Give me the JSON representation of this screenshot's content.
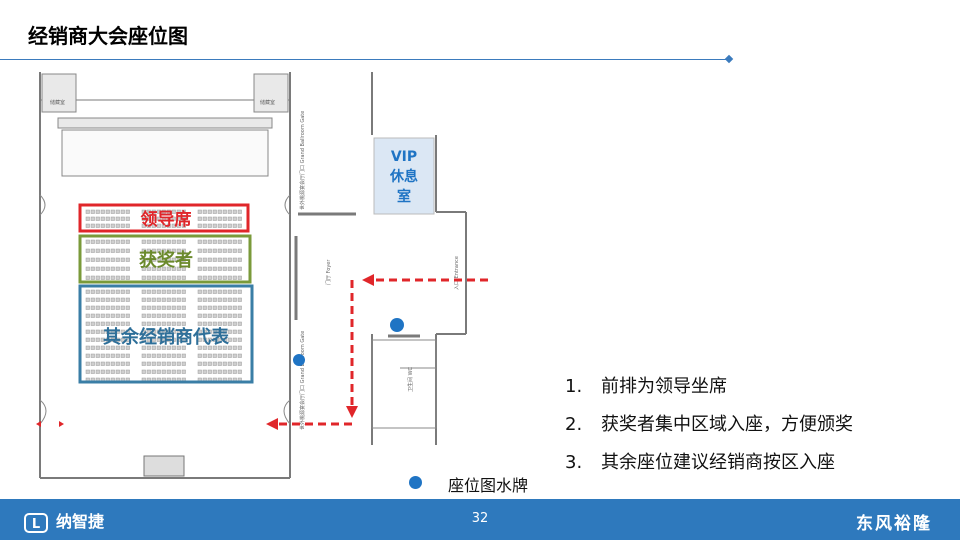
{
  "slide": {
    "title": "经销商大会座位图",
    "page_number": "32"
  },
  "floorplan": {
    "zones": {
      "leaders": "领导席",
      "award_winners": "获奖者",
      "other_dealers": "其余经销商代表"
    },
    "vip_room": [
      "VIP",
      "休息",
      "室"
    ],
    "colors": {
      "leaders": "#e0262a",
      "award_winners": "#7a9a3a",
      "other_dealers": "#3a7ea6",
      "route": "#e0262a",
      "signboard": "#1f74c4"
    }
  },
  "notes": [
    {
      "num": "1.",
      "text": "前排为领导坐席"
    },
    {
      "num": "2.",
      "text": "获奖者集中区域入座，方便颁奖"
    },
    {
      "num": "3.",
      "text": "其余座位建议经销商按区入座"
    }
  ],
  "legend": {
    "label": "座位图水牌"
  },
  "footer": {
    "brand_left": "纳智捷",
    "brand_left_logo": "L",
    "brand_right": "东风裕隆"
  }
}
